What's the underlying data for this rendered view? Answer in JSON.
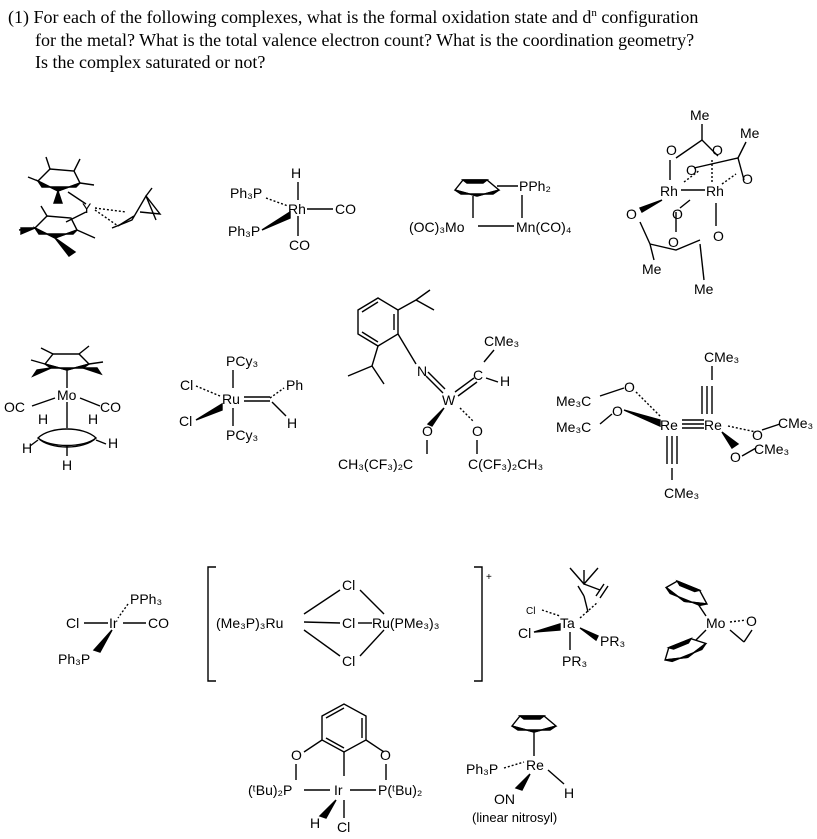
{
  "question": {
    "number": "(1)",
    "line1_a": "For each of the following complexes, what is the formal oxidation state and d",
    "line1_sup": "n",
    "line1_b": " configuration",
    "line2": "for the metal? What is the total valence electron count? What is the coordination geometry?",
    "line3": "Is the complex saturated or not?"
  },
  "labels": {
    "Y": "Y",
    "H": "H",
    "Ph3P": "Ph₃P",
    "Rh": "Rh",
    "CO": "CO",
    "PPh2": "PPh₂",
    "OC3Mo": "(OC)₃Mo",
    "MnCO4": "Mn(CO)₄",
    "Me": "Me",
    "O": "O",
    "Mo": "Mo",
    "OC": "OC",
    "PCy3": "PCy₃",
    "Cl": "Cl",
    "Ru": "Ru",
    "Ph": "Ph",
    "N": "N",
    "W": "W",
    "CMe3": "CMe₃",
    "CH3CF32C": "CH₃(CF₃)₂C",
    "CCF32CH3": "C(CF₃)₂CH₃",
    "Me3C": "Me₃C",
    "Re": "Re",
    "PPh3": "PPh₃",
    "Ir": "Ir",
    "Me3P3Ru": "(Me₃P)₃Ru",
    "RuPMe33": "Ru(PMe₃)₃",
    "plus": "+",
    "Ta": "Ta",
    "PR3": "PR₃",
    "tBu2P": "(ᵗBu)₂P",
    "PtBu2": "P(ᵗBu)₂",
    "ON": "ON",
    "linear_nitrosyl": "(linear nitrosyl)"
  }
}
